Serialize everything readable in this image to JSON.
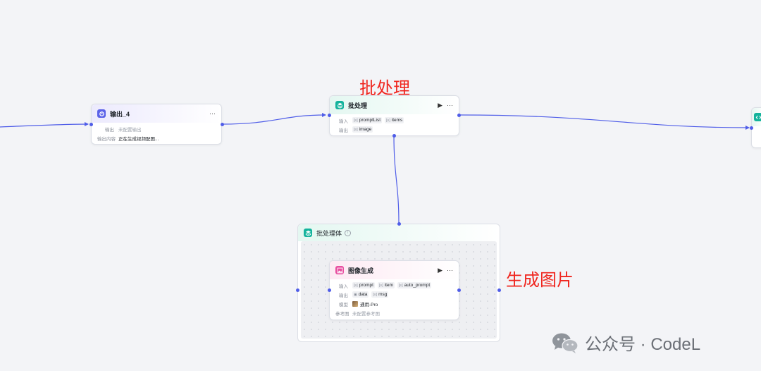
{
  "colors": {
    "edge": "#4f5de8",
    "annotation": "#f0261f",
    "output_icon": "#5b62e8",
    "batch_icon": "#13b39c",
    "image_icon": "#e84ea0"
  },
  "nodes": {
    "output4": {
      "title": "输出_4",
      "icon": "output-icon",
      "more": "···",
      "rows": [
        {
          "label": "输出",
          "value": "未配置输出"
        },
        {
          "label": "输出内容",
          "value": "正在生成视频配图..."
        }
      ]
    },
    "batch": {
      "title": "批处理",
      "icon": "batch-icon",
      "run": "▶",
      "more": "···",
      "input_label": "输入",
      "inputs": [
        "promptList",
        "items"
      ],
      "output_label": "输出",
      "outputs": [
        "image"
      ]
    },
    "batch_body": {
      "title": "批处理体",
      "info": "i"
    },
    "image_gen": {
      "title": "图像生成",
      "icon": "image-icon",
      "run": "▶",
      "more": "···",
      "input_label": "输入",
      "inputs": [
        "prompt",
        "item",
        "auto_prompt"
      ],
      "output_label": "输出",
      "outputs": [
        "data",
        "msg"
      ],
      "model_label": "模型",
      "model": "通用-Pro",
      "ref_label": "参考图",
      "ref_value": "未配置参考图"
    }
  },
  "annotations": {
    "batch": "批处理",
    "image": "生成图片"
  },
  "watermark": {
    "text": "公众号 · CodeL"
  }
}
